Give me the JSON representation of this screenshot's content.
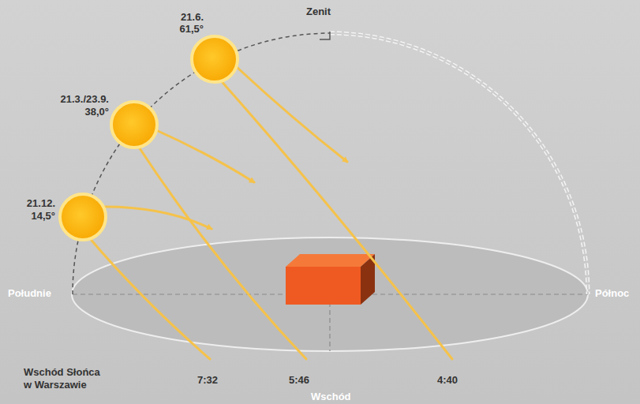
{
  "diagram": {
    "labels": [
      "Zenit",
      "21.6.",
      "61,5°",
      "21.3./23.9.",
      "38,0°",
      "21.12.",
      "14,5°",
      "Południe",
      "Północ",
      "Wschód Słońca",
      "w Warszawie",
      "7:32",
      "5:46",
      "4:40",
      "Wschód"
    ]
  }
}
